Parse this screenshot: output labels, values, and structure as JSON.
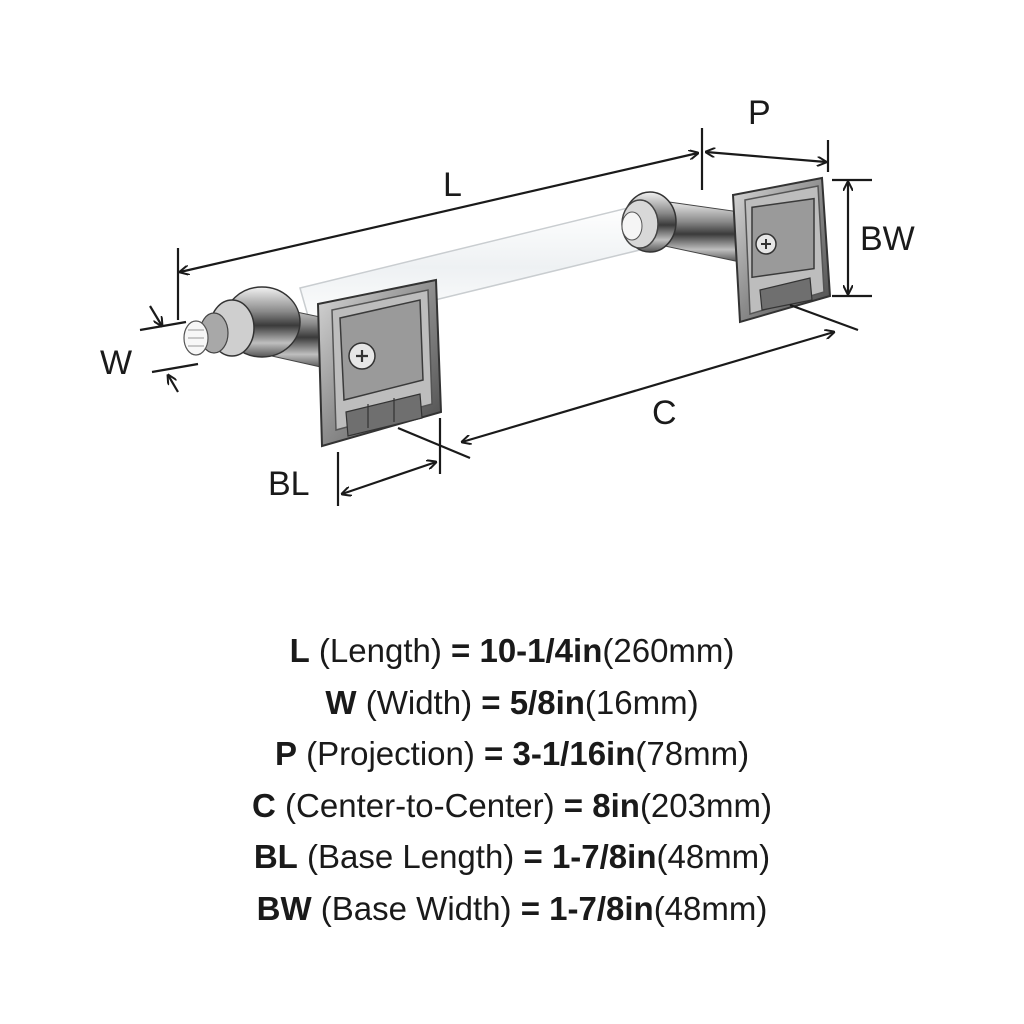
{
  "diagram": {
    "labels": {
      "length": "L",
      "width": "W",
      "projection": "P",
      "center": "C",
      "base_length": "BL",
      "base_width": "BW"
    }
  },
  "specs": [
    {
      "abbr": "L",
      "name": "(Length)",
      "eq": "=",
      "imperial": "10-1/4in",
      "metric": "(260mm)"
    },
    {
      "abbr": "W",
      "name": "(Width)",
      "eq": "=",
      "imperial": "5/8in",
      "metric": "(16mm)"
    },
    {
      "abbr": "P",
      "name": "(Projection)",
      "eq": "=",
      "imperial": "3-1/16in",
      "metric": "(78mm)"
    },
    {
      "abbr": "C",
      "name": "(Center-to-Center)",
      "eq": "=",
      "imperial": "8in",
      "metric": "(203mm)"
    },
    {
      "abbr": "BL",
      "name": "(Base Length)",
      "eq": "=",
      "imperial": "1-7/8in",
      "metric": "(48mm)"
    },
    {
      "abbr": "BW",
      "name": "(Base Width)",
      "eq": "=",
      "imperial": "1-7/8in",
      "metric": "(48mm)"
    }
  ]
}
